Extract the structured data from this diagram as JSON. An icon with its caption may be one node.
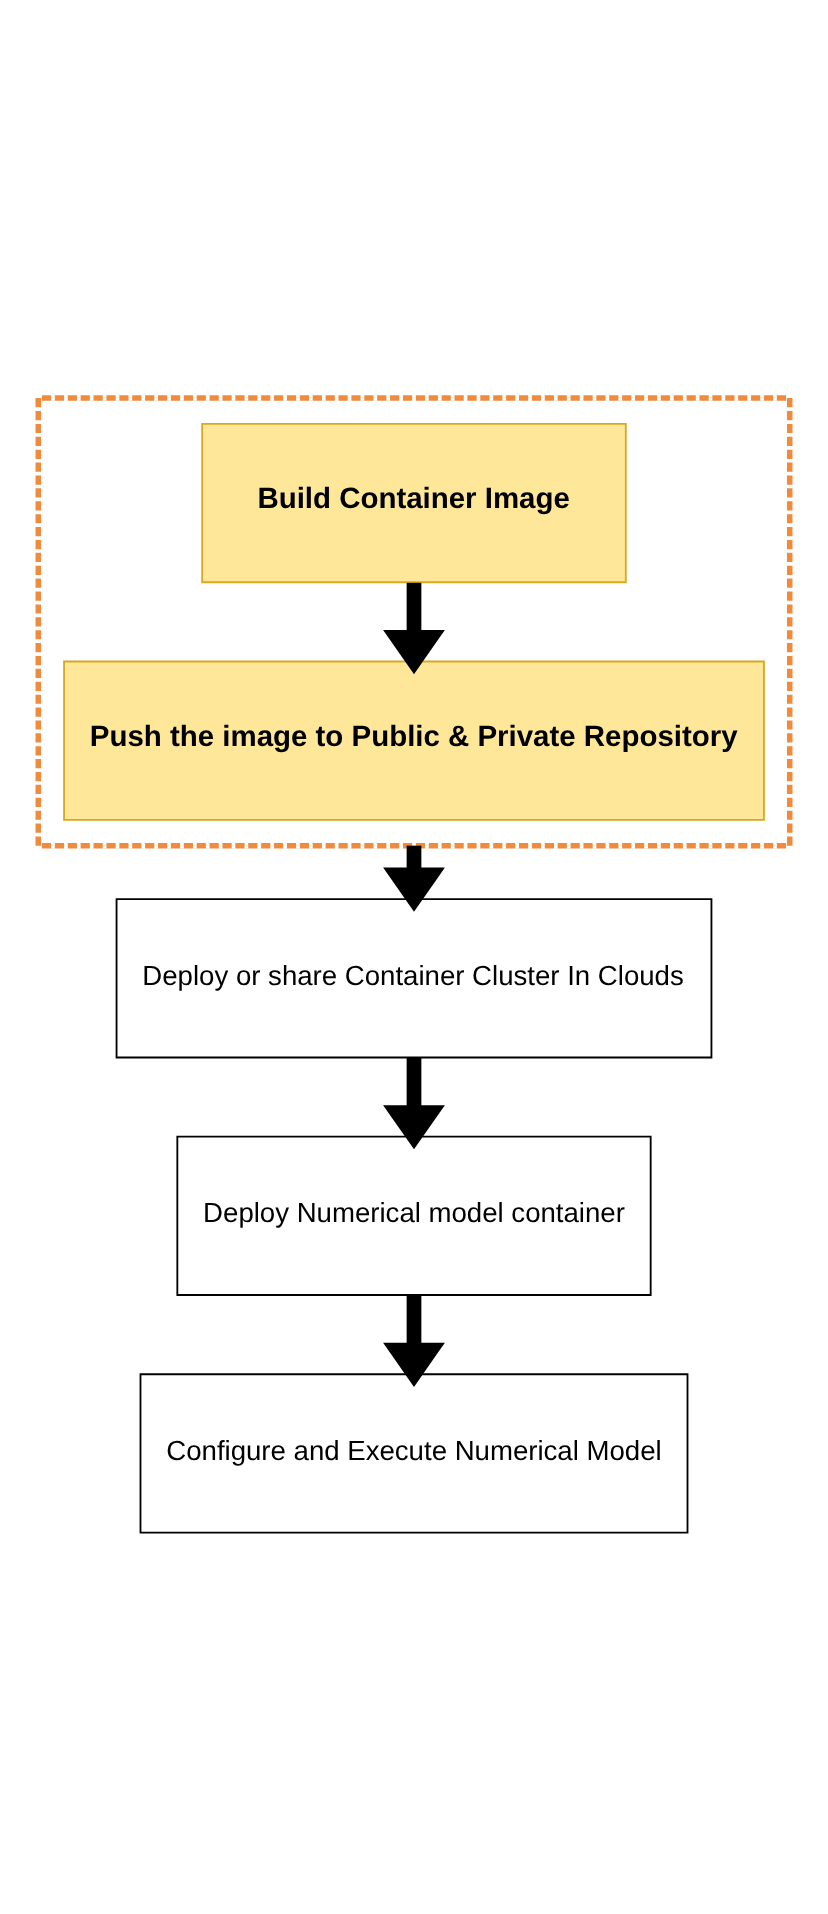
{
  "diagram": {
    "nodes": [
      {
        "text": [],
        "shape": "box"
      },
      {
        "text": [
          "Build Container Image"
        ],
        "in": 0
      },
      {
        "text": [
          "Push the image to Public & Private Repository"
        ],
        "in": 0
      },
      {
        "text": [
          "Deploy or share Container Cluster In Clouds"
        ]
      },
      {
        "text": [
          "Deploy Numerical model container"
        ]
      },
      {
        "text": [
          "Configure and Execute Numerical Model"
        ]
      }
    ],
    "edges": [
      {
        "from": 1,
        "to": 2,
        "arrow": "to"
      },
      {
        "from": 0,
        "to": 3,
        "arrow": "to"
      },
      {
        "from": 3,
        "to": 4,
        "arrow": "to"
      },
      {
        "from": 4,
        "to": 5,
        "arrow": "to"
      }
    ]
  }
}
